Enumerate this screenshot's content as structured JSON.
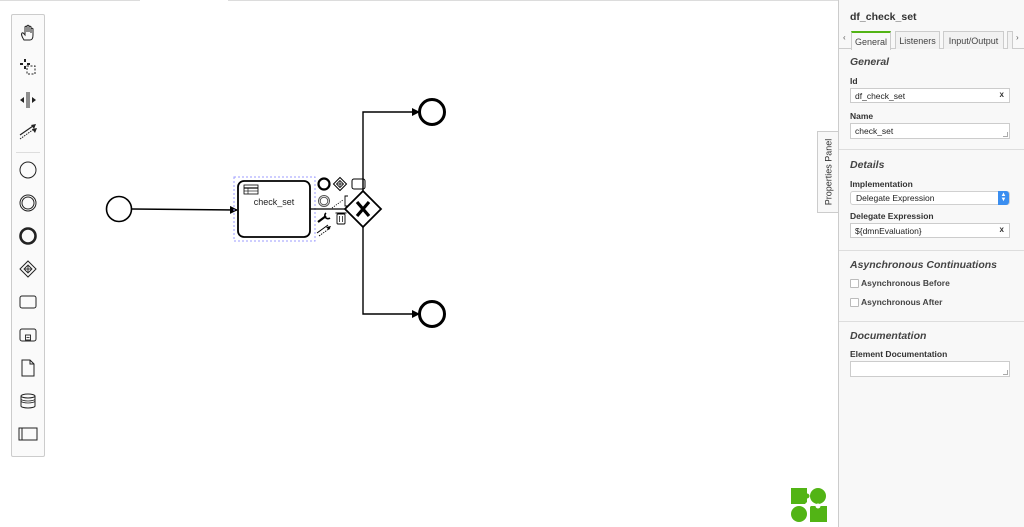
{
  "canvas": {
    "task": {
      "label": "check_set",
      "type": "business-rule-task"
    },
    "elements": [
      {
        "type": "start-event"
      },
      {
        "type": "business-rule-task",
        "label": "check_set"
      },
      {
        "type": "exclusive-gateway"
      },
      {
        "type": "end-event"
      },
      {
        "type": "end-event"
      }
    ],
    "context_pad": [
      "end-event",
      "gateway",
      "task",
      "intermediate-event",
      "text-annotation",
      "wrench",
      "delete",
      "connect"
    ]
  },
  "palette": {
    "items": [
      {
        "name": "hand-tool",
        "icon": "hand-icon"
      },
      {
        "name": "lasso-tool",
        "icon": "lasso-icon"
      },
      {
        "name": "space-tool",
        "icon": "space-icon"
      },
      {
        "name": "global-connect-tool",
        "icon": "connect-icon"
      },
      {
        "name": "create-start-event",
        "icon": "start-event-icon"
      },
      {
        "name": "create-intermediate-event",
        "icon": "intermediate-event-icon"
      },
      {
        "name": "create-end-event",
        "icon": "end-event-icon"
      },
      {
        "name": "create-gateway",
        "icon": "gateway-icon"
      },
      {
        "name": "create-task",
        "icon": "task-icon"
      },
      {
        "name": "create-subprocess",
        "icon": "subprocess-icon"
      },
      {
        "name": "create-data-object",
        "icon": "data-object-icon"
      },
      {
        "name": "create-data-store",
        "icon": "data-store-icon"
      },
      {
        "name": "create-pool",
        "icon": "pool-icon"
      }
    ]
  },
  "properties_toggle": {
    "label": "Properties Panel"
  },
  "panel": {
    "title": "df_check_set",
    "tabs": [
      {
        "label": "General",
        "active": true
      },
      {
        "label": "Listeners",
        "active": false
      },
      {
        "label": "Input/Output",
        "active": false
      }
    ],
    "tab_prev": "‹",
    "tab_next": "›",
    "groups": {
      "general": {
        "title": "General",
        "id_label": "Id",
        "id_value": "df_check_set",
        "name_label": "Name",
        "name_value": "check_set"
      },
      "details": {
        "title": "Details",
        "implementation_label": "Implementation",
        "implementation_value": "Delegate Expression",
        "delegate_label": "Delegate Expression",
        "delegate_value": "${dmnEvaluation}"
      },
      "async": {
        "title": "Asynchronous Continuations",
        "before_label": "Asynchronous Before",
        "before_checked": false,
        "after_label": "Asynchronous After",
        "after_checked": false
      },
      "documentation": {
        "title": "Documentation",
        "element_doc_label": "Element Documentation",
        "element_doc_value": ""
      }
    },
    "clear_glyph": "x"
  },
  "colors": {
    "accent_green": "#52b415",
    "select_blue": "#3b8ef0",
    "selection_outline": "#9b9bff"
  }
}
